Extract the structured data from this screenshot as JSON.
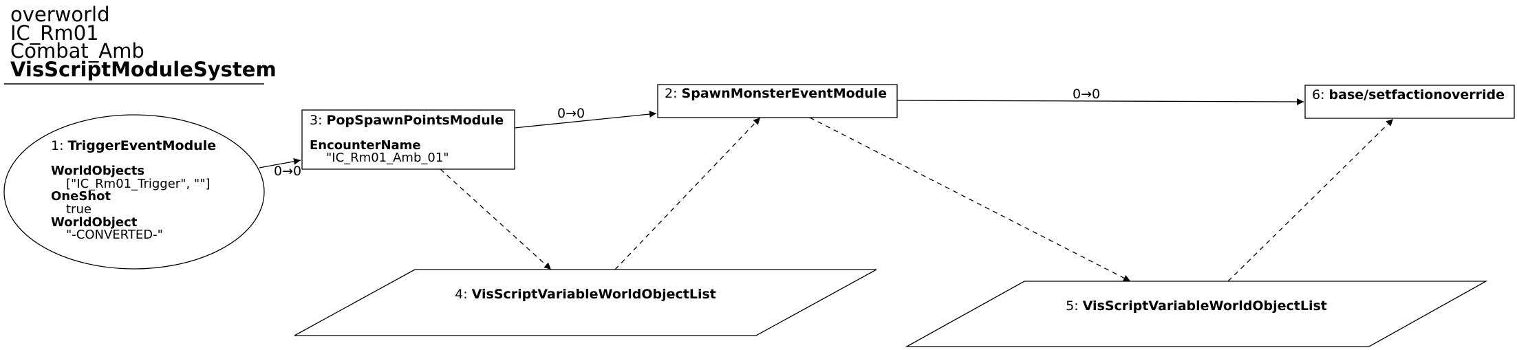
{
  "header": {
    "lines": [
      "overworld",
      "IC_Rm01",
      "Combat_Amb"
    ],
    "system": "VisScriptModuleSystem"
  },
  "nodes": {
    "n1": {
      "id": "1: ",
      "name": "TriggerEventModule",
      "props": [
        {
          "key": "WorldObjects",
          "value": "[\"IC_Rm01_Trigger\", \"\"]"
        },
        {
          "key": "OneShot",
          "value": "true"
        },
        {
          "key": "WorldObject",
          "value": "\"-CONVERTED-\""
        }
      ]
    },
    "n3": {
      "id": "3: ",
      "name": "PopSpawnPointsModule",
      "props": [
        {
          "key": "EncounterName",
          "value": "\"IC_Rm01_Amb_01\""
        }
      ]
    },
    "n2": {
      "id": "2: ",
      "name": "SpawnMonsterEventModule"
    },
    "n6": {
      "id": "6: ",
      "name": "base/setfactionoverride"
    },
    "n4": {
      "id": "4: ",
      "name": "VisScriptVariableWorldObjectList"
    },
    "n5": {
      "id": "5: ",
      "name": "VisScriptVariableWorldObjectList"
    }
  },
  "edges": {
    "e1_3": "0→0",
    "e3_2": "0→0",
    "e2_6": "0→0"
  }
}
